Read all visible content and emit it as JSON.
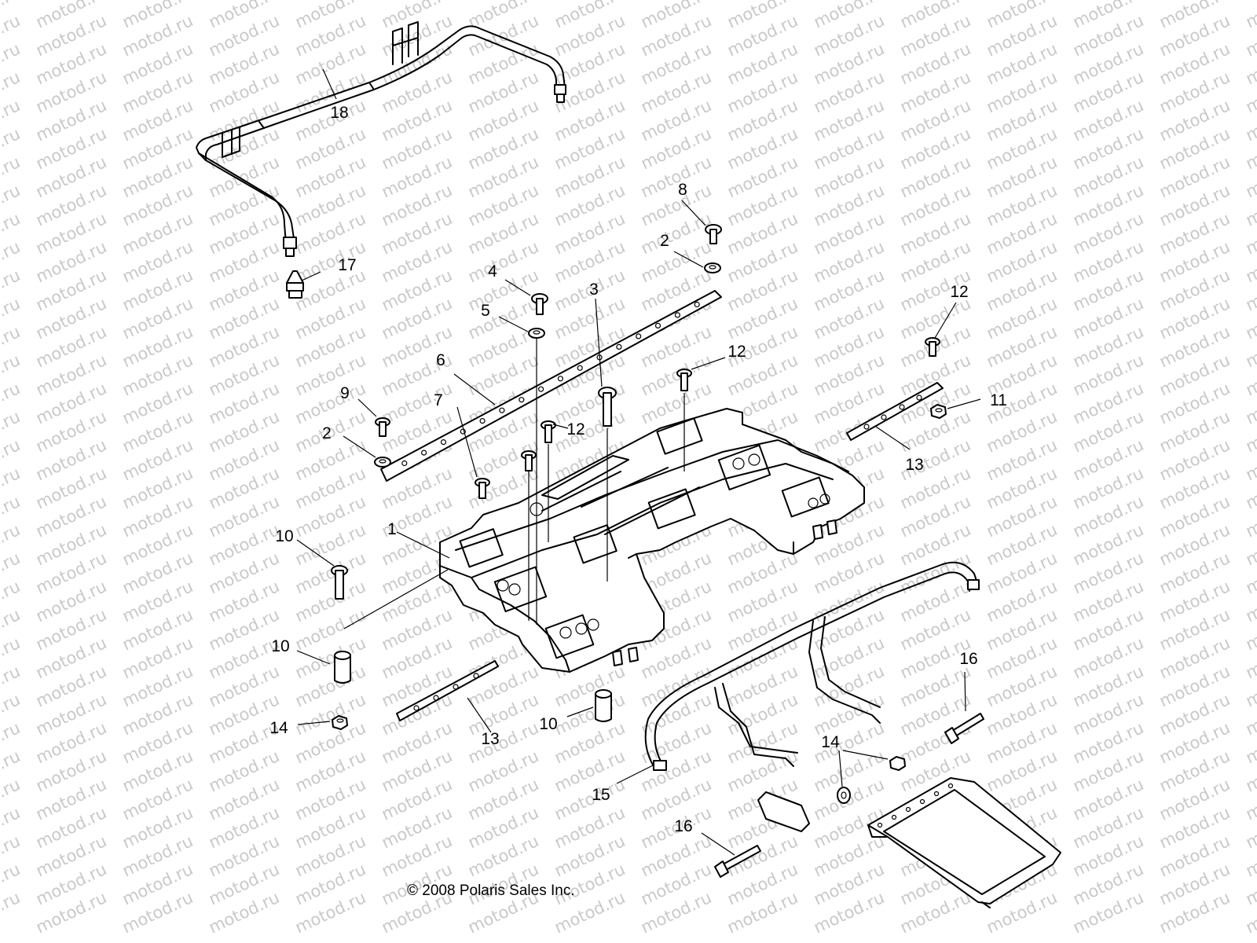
{
  "watermark": {
    "text": "motod.ru",
    "color": "#c9c9c9"
  },
  "copyright": "© 2008 Polaris Sales Inc.",
  "callouts": [
    {
      "id": "c1",
      "label": "1"
    },
    {
      "id": "c2a",
      "label": "2"
    },
    {
      "id": "c2b",
      "label": "2"
    },
    {
      "id": "c3",
      "label": "3"
    },
    {
      "id": "c4",
      "label": "4"
    },
    {
      "id": "c5",
      "label": "5"
    },
    {
      "id": "c6",
      "label": "6"
    },
    {
      "id": "c7",
      "label": "7"
    },
    {
      "id": "c8a",
      "label": "8"
    },
    {
      "id": "c8b",
      "label": "8"
    },
    {
      "id": "c9",
      "label": "9"
    },
    {
      "id": "c10a",
      "label": "10"
    },
    {
      "id": "c10b",
      "label": "10"
    },
    {
      "id": "c11",
      "label": "11"
    },
    {
      "id": "c12a",
      "label": "12"
    },
    {
      "id": "c12b",
      "label": "12"
    },
    {
      "id": "c12c",
      "label": "12"
    },
    {
      "id": "c13a",
      "label": "13"
    },
    {
      "id": "c13b",
      "label": "13"
    },
    {
      "id": "c14a",
      "label": "14"
    },
    {
      "id": "c14b",
      "label": "14"
    },
    {
      "id": "c15",
      "label": "15"
    },
    {
      "id": "c16a",
      "label": "16"
    },
    {
      "id": "c16b",
      "label": "16"
    },
    {
      "id": "c17",
      "label": "17"
    },
    {
      "id": "c18",
      "label": "18"
    }
  ]
}
